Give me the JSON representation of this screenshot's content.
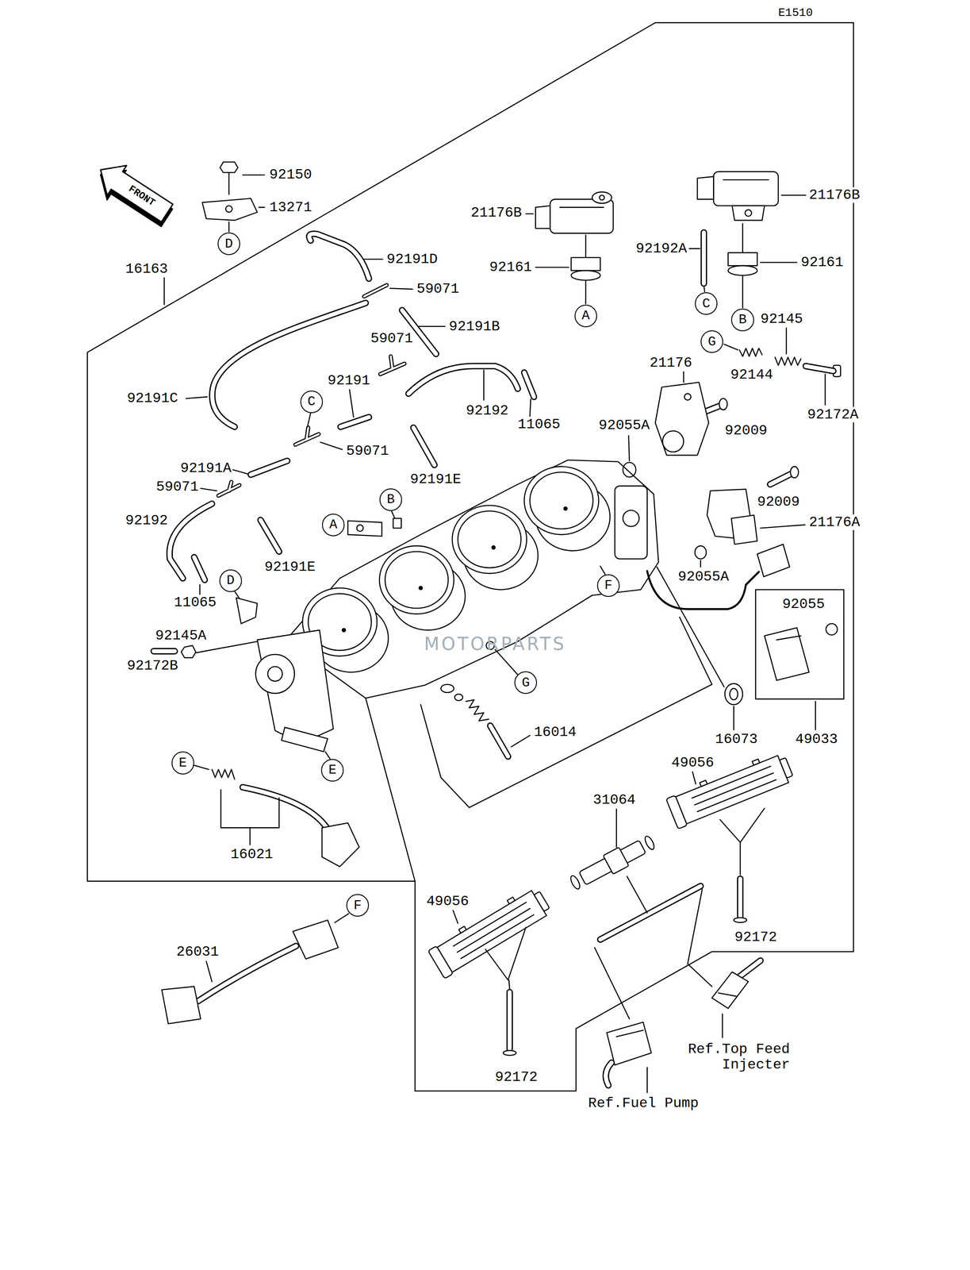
{
  "diagram": {
    "nodes": [
      {
        "text": [
          "D"
        ]
      },
      {
        "text": [
          "C"
        ]
      },
      {
        "text": [
          "A"
        ]
      },
      {
        "text": [
          "B"
        ]
      },
      {
        "text": [
          "G"
        ]
      },
      {
        "text": [
          "C"
        ]
      },
      {
        "text": [
          "B"
        ]
      },
      {
        "text": [
          "A"
        ]
      },
      {
        "text": [
          "D"
        ]
      },
      {
        "text": [
          "F"
        ]
      },
      {
        "text": [
          "G"
        ]
      },
      {
        "text": [
          "E"
        ]
      },
      {
        "text": [
          "E"
        ]
      },
      {
        "text": [
          "F"
        ]
      }
    ],
    "labels": [
      "E1510",
      "FRONT",
      "92150",
      "21176B",
      "21176B",
      "13271",
      "92192A",
      "92191D",
      "92161",
      "92161",
      "16163",
      "59071",
      "92145",
      "92191B",
      "59071",
      "21176",
      "92144",
      "92191",
      "92191C",
      "92192",
      "92172A",
      "11065",
      "92055A",
      "92009",
      "59071",
      "92191A",
      "92191E",
      "59071",
      "92009",
      "92192",
      "21176A",
      "92191E",
      "92055A",
      "11065",
      "92055",
      "92145A",
      "MOTORPARTS",
      "92172B",
      "16014",
      "16073",
      "49033",
      "49056",
      "31064",
      "16021",
      "49056",
      "92172",
      "26031",
      "Ref.Top Feed Injecter",
      "92172",
      "Ref.Fuel Pump"
    ]
  }
}
